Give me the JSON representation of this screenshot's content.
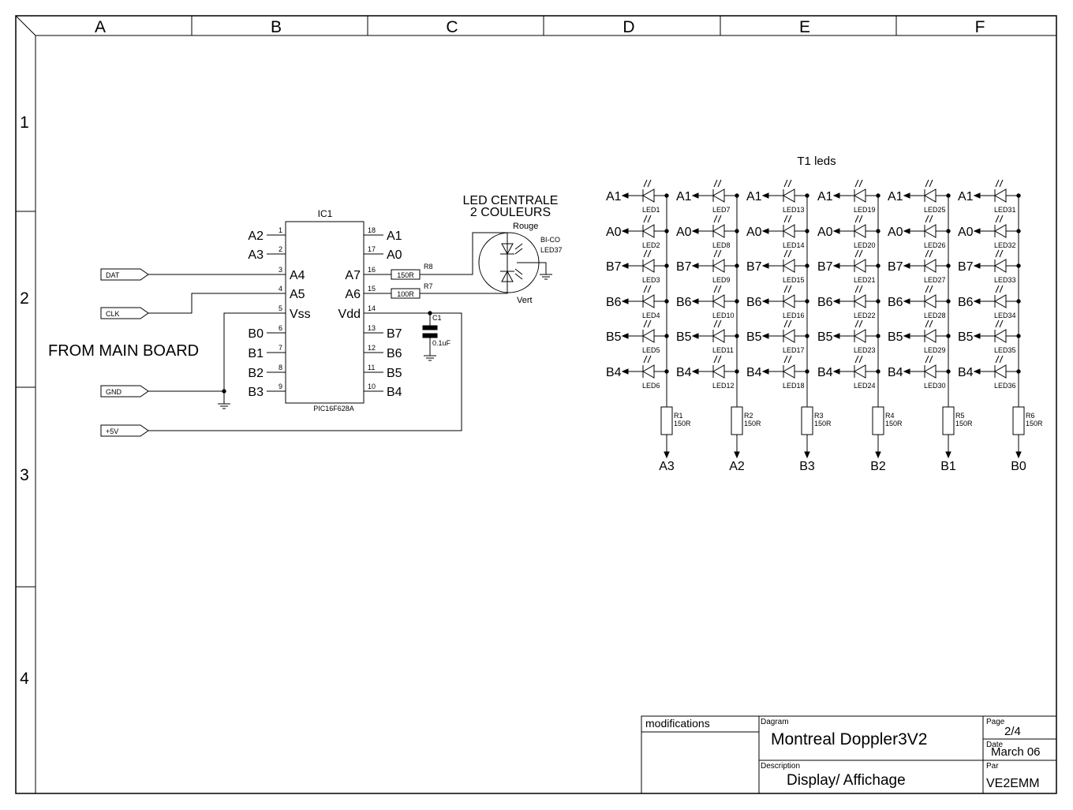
{
  "frame": {
    "columns": [
      "A",
      "B",
      "C",
      "D",
      "E",
      "F"
    ],
    "rows": [
      "1",
      "2",
      "3",
      "4"
    ]
  },
  "connectors": [
    {
      "label": "DAT"
    },
    {
      "label": "CLK"
    },
    {
      "label": "GND"
    },
    {
      "label": "+5V"
    }
  ],
  "from_main_board": "FROM MAIN BOARD",
  "ic": {
    "name": "IC1",
    "part": "PIC16F628A",
    "left_pins": [
      {
        "num": "1",
        "ext": "A2",
        "inner": ""
      },
      {
        "num": "2",
        "ext": "A3",
        "inner": ""
      },
      {
        "num": "3",
        "ext": "",
        "inner": "A4"
      },
      {
        "num": "4",
        "ext": "",
        "inner": "A5"
      },
      {
        "num": "5",
        "ext": "",
        "inner": "Vss"
      },
      {
        "num": "6",
        "ext": "B0",
        "inner": ""
      },
      {
        "num": "7",
        "ext": "B1",
        "inner": ""
      },
      {
        "num": "8",
        "ext": "B2",
        "inner": ""
      },
      {
        "num": "9",
        "ext": "B3",
        "inner": ""
      }
    ],
    "right_pins": [
      {
        "num": "18",
        "ext": "A1",
        "inner": ""
      },
      {
        "num": "17",
        "ext": "A0",
        "inner": ""
      },
      {
        "num": "16",
        "ext": "",
        "inner": "A7"
      },
      {
        "num": "15",
        "ext": "",
        "inner": "A6"
      },
      {
        "num": "14",
        "ext": "",
        "inner": "Vdd"
      },
      {
        "num": "13",
        "ext": "B7",
        "inner": ""
      },
      {
        "num": "12",
        "ext": "B6",
        "inner": ""
      },
      {
        "num": "11",
        "ext": "B5",
        "inner": ""
      },
      {
        "num": "10",
        "ext": "B4",
        "inner": ""
      }
    ]
  },
  "resistors_small": [
    {
      "ref": "R8",
      "value": "150R"
    },
    {
      "ref": "R7",
      "value": "100R"
    }
  ],
  "capacitor": {
    "ref": "C1",
    "value": "0.1uF"
  },
  "led_centrale": {
    "title_line1": "LED CENTRALE",
    "title_line2": "2 COULEURS",
    "rouge": "Rouge",
    "vert": "Vert",
    "type": "BI-CO",
    "ref": "LED37"
  },
  "led_matrix": {
    "title": "T1 leds",
    "row_labels": [
      "A1",
      "A0",
      "B7",
      "B6",
      "B5",
      "B4"
    ],
    "columns": [
      {
        "leds": [
          "LED1",
          "LED2",
          "LED3",
          "LED4",
          "LED5",
          "LED6"
        ],
        "res_ref": "R1",
        "res_val": "150R",
        "out": "A3"
      },
      {
        "leds": [
          "LED7",
          "LED8",
          "LED9",
          "LED10",
          "LED11",
          "LED12"
        ],
        "res_ref": "R2",
        "res_val": "150R",
        "out": "A2"
      },
      {
        "leds": [
          "LED13",
          "LED14",
          "LED15",
          "LED16",
          "LED17",
          "LED18"
        ],
        "res_ref": "R3",
        "res_val": "150R",
        "out": "B3"
      },
      {
        "leds": [
          "LED19",
          "LED20",
          "LED21",
          "LED22",
          "LED23",
          "LED24"
        ],
        "res_ref": "R4",
        "res_val": "150R",
        "out": "B2"
      },
      {
        "leds": [
          "LED25",
          "LED26",
          "LED27",
          "LED28",
          "LED29",
          "LED30"
        ],
        "res_ref": "R5",
        "res_val": "150R",
        "out": "B1"
      },
      {
        "leds": [
          "LED31",
          "LED32",
          "LED33",
          "LED34",
          "LED35",
          "LED36"
        ],
        "res_ref": "R6",
        "res_val": "150R",
        "out": "B0"
      }
    ]
  },
  "title_block": {
    "modifications": "modifications",
    "diagram_label": "Dagram",
    "diagram": "Montreal Doppler3V2",
    "page_label": "Page",
    "page": "2/4",
    "date_label": "Date",
    "date": "March 06",
    "description_label": "Description",
    "description": "Display/ Affichage",
    "par_label": "Par",
    "par": "VE2EMM"
  }
}
